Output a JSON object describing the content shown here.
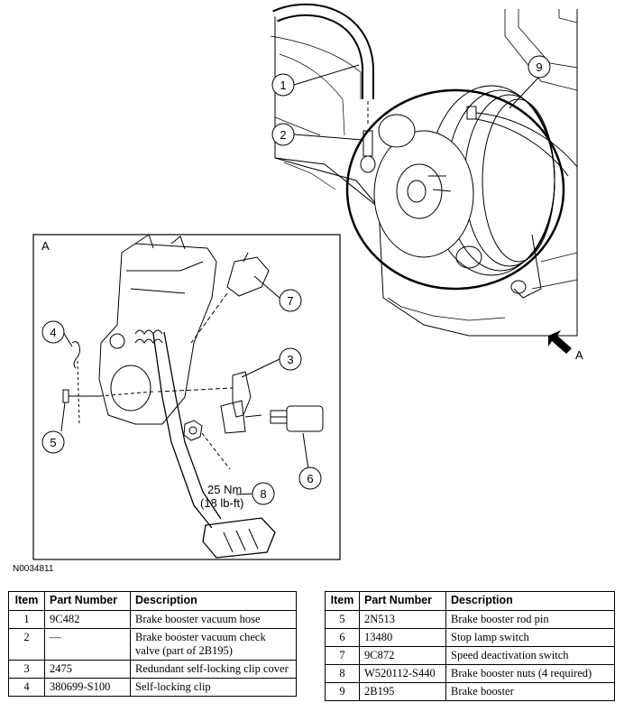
{
  "figure_id": "N0034811",
  "inset_label": "A",
  "view_arrow_label": "A",
  "torque_spec": {
    "line1": "25 Nm",
    "line2": "(18 lb-ft)"
  },
  "callouts": [
    "1",
    "2",
    "3",
    "4",
    "5",
    "6",
    "7",
    "8",
    "9"
  ],
  "table_headers": {
    "item": "Item",
    "part_number": "Part Number",
    "description": "Description"
  },
  "parts_left": [
    {
      "item": "1",
      "part_number": "9C482",
      "description": "Brake booster vacuum hose"
    },
    {
      "item": "2",
      "part_number": "—",
      "description": "Brake booster vacuum check valve (part of 2B195)"
    },
    {
      "item": "3",
      "part_number": "2475",
      "description": "Redundant self-locking clip cover"
    },
    {
      "item": "4",
      "part_number": "380699-S100",
      "description": "Self-locking clip"
    }
  ],
  "parts_right": [
    {
      "item": "5",
      "part_number": "2N513",
      "description": "Brake booster rod pin"
    },
    {
      "item": "6",
      "part_number": "13480",
      "description": "Stop lamp switch"
    },
    {
      "item": "7",
      "part_number": "9C872",
      "description": "Speed deactivation switch"
    },
    {
      "item": "8",
      "part_number": "W520112-S440",
      "description": "Brake booster nuts (4 required)"
    },
    {
      "item": "9",
      "part_number": "2B195",
      "description": "Brake booster"
    }
  ]
}
